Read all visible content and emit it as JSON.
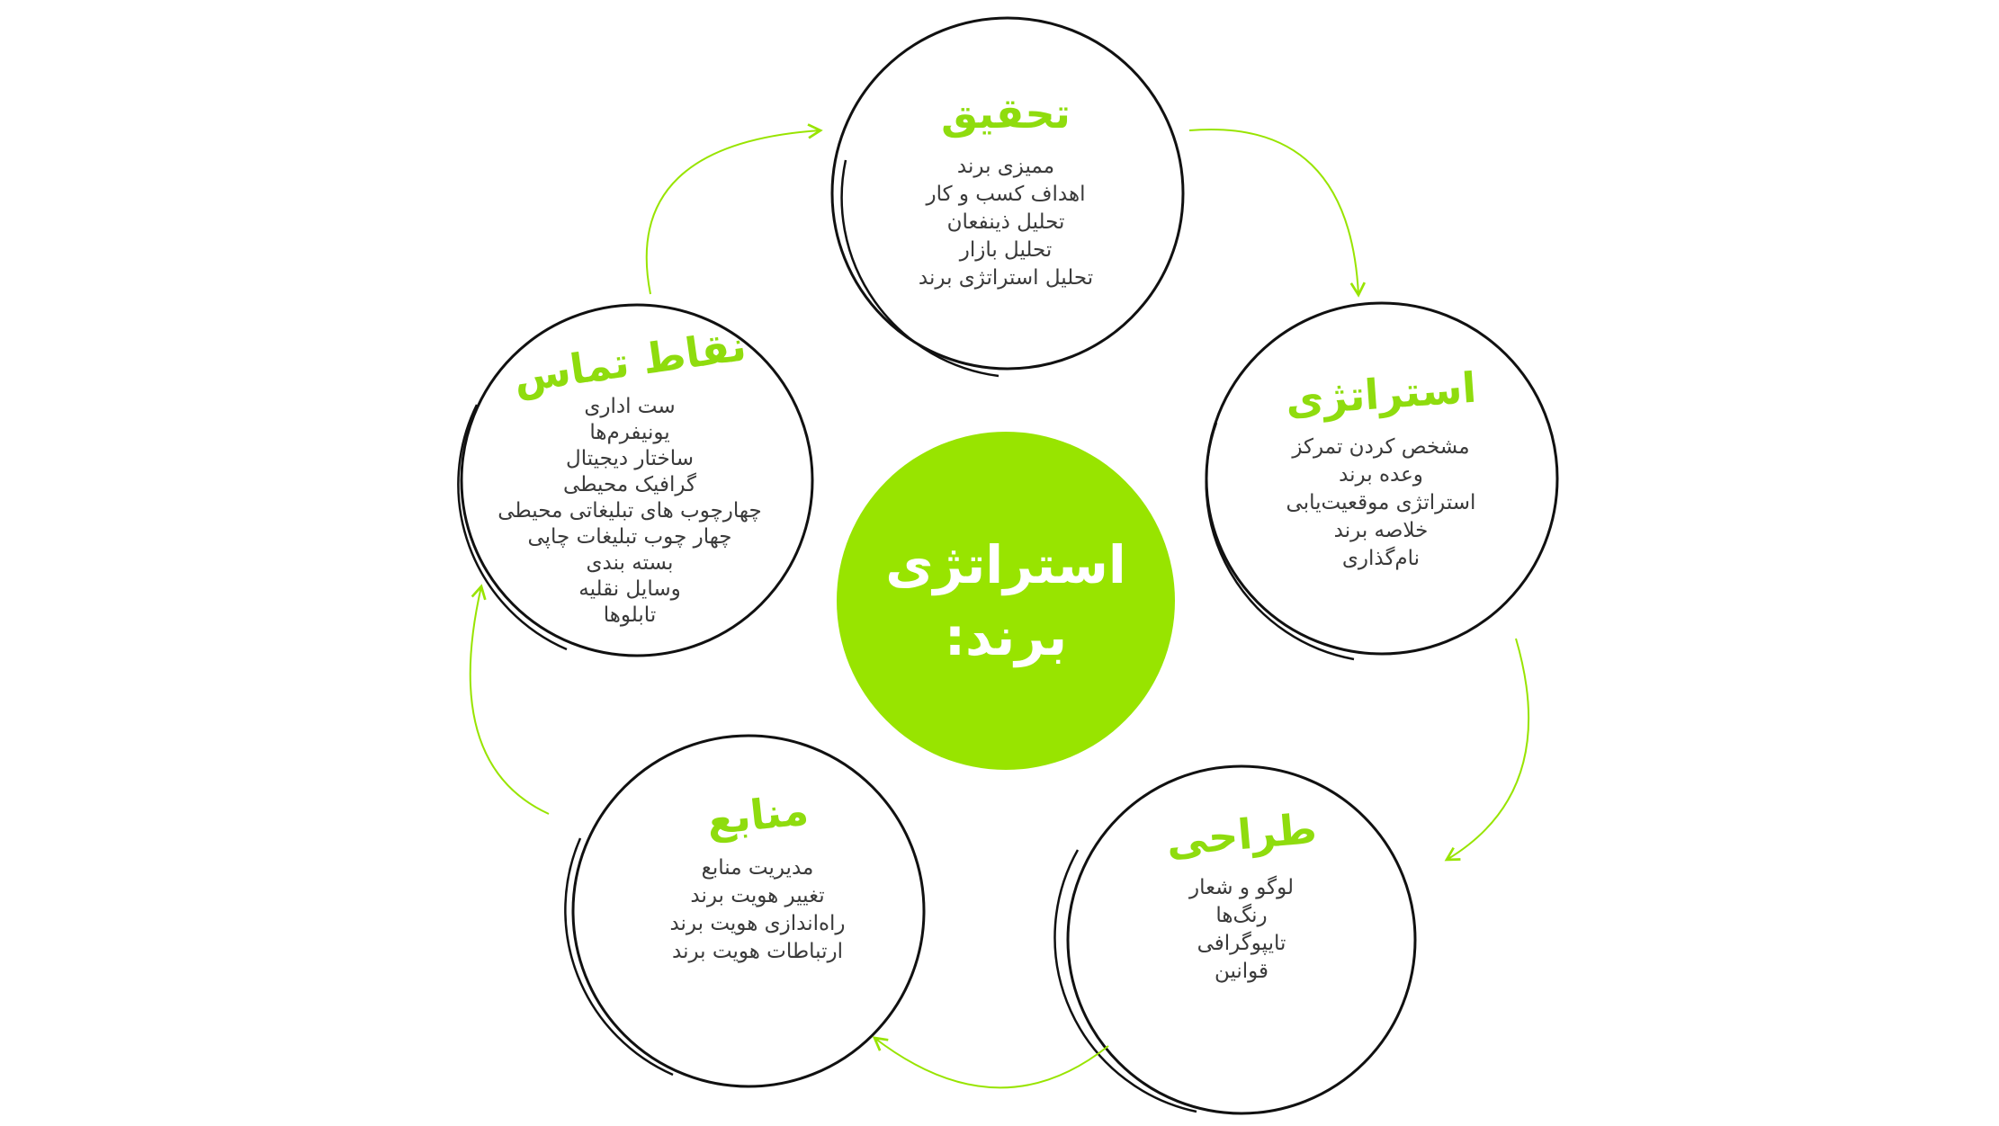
{
  "center": {
    "line1": "استراتژی",
    "line2": "برند:"
  },
  "colors": {
    "accent": "#98e400",
    "title": "#8fdc0e",
    "ring": "#111111",
    "text": "#3a3a3a"
  },
  "nodes": {
    "research": {
      "title": "تحقیق",
      "items": [
        "ممیزی برند",
        "اهداف کسب و کار",
        "تحلیل ذینفعان",
        "تحلیل بازار",
        "تحلیل استراتژی برند"
      ]
    },
    "strategy": {
      "title": "استراتژی",
      "items": [
        "مشخص کردن تمرکز",
        "وعده برند",
        "استراتژی موقعیت‌یابی",
        "خلاصه برند",
        "نام‌گذاری"
      ]
    },
    "design": {
      "title": "طراحی",
      "items": [
        "لوگو و شعار",
        "رنگ‌ها",
        "تایپوگرافی",
        "قوانین"
      ]
    },
    "resources": {
      "title": "منابع",
      "items": [
        "مدیریت منابع",
        "تغییر هویت برند",
        "راه‌اندازی هویت برند",
        "ارتباطات هویت برند"
      ]
    },
    "touchpoints": {
      "title": "نقاط تماس",
      "items": [
        "ست اداری",
        "یونیفرم‌ها",
        "ساختار دیجیتال",
        "گرافیک محیطی",
        "چهارچوب های تبلیغاتی محیطی",
        "چهار چوب تبلیغات چاپی",
        "بسته بندی",
        "وسایل نقلیه",
        "تابلوها"
      ]
    }
  }
}
